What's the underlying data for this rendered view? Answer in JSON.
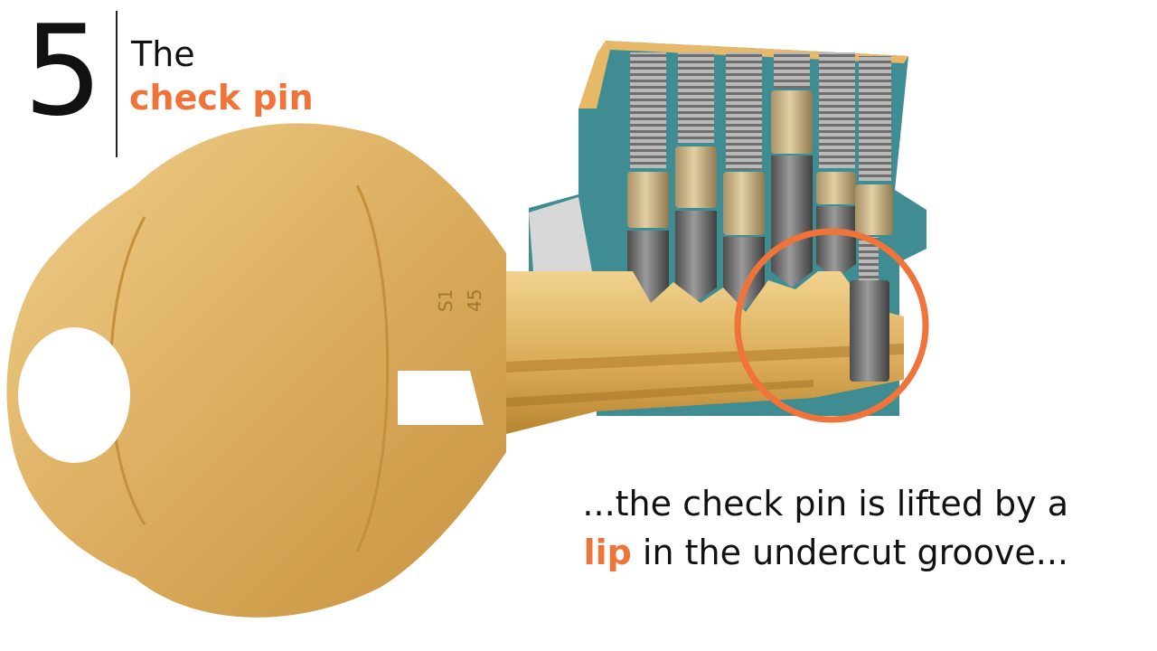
{
  "step": {
    "number": "5",
    "title_line1": "The",
    "title_line2": "check pin"
  },
  "caption": {
    "line1": "...the check pin is lifted by a",
    "highlight": "lip",
    "line2_rest": " in the undercut groove..."
  },
  "key_markings": {
    "line1": "S1",
    "line2": "45"
  },
  "colors": {
    "accent": "#f0733a",
    "brass": "#d9a95c",
    "housing": "#3f8d93",
    "pin_steel": "#6a6a6a"
  }
}
